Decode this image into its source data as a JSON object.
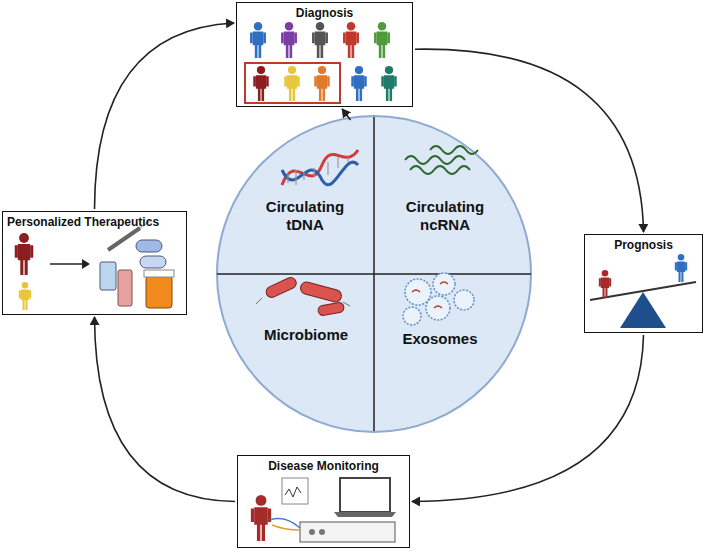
{
  "diagram": {
    "nodes": [
      {
        "text": [
          "Diagnosis"
        ]
      },
      {
        "text": [
          "Personalized Therapeutics"
        ]
      },
      {
        "text": [
          "Circulating tDNA"
        ]
      },
      {
        "text": [
          "Circulating ncRNA"
        ]
      },
      {
        "text": [
          "Prognosis"
        ]
      },
      {
        "text": [
          "Microbiome"
        ]
      },
      {
        "text": [
          "Exosomes"
        ]
      },
      {
        "text": [
          "Disease Monitoring"
        ]
      }
    ],
    "edges": [
      {
        "from": 0,
        "to": 4,
        "arrow": "to"
      },
      {
        "from": 4,
        "to": 7,
        "arrow": "to"
      },
      {
        "from": 7,
        "to": 1,
        "arrow": "to"
      },
      {
        "from": 1,
        "to": 0,
        "arrow": "to"
      },
      {
        "from": 2,
        "to": 0,
        "arrow": "to"
      }
    ]
  }
}
